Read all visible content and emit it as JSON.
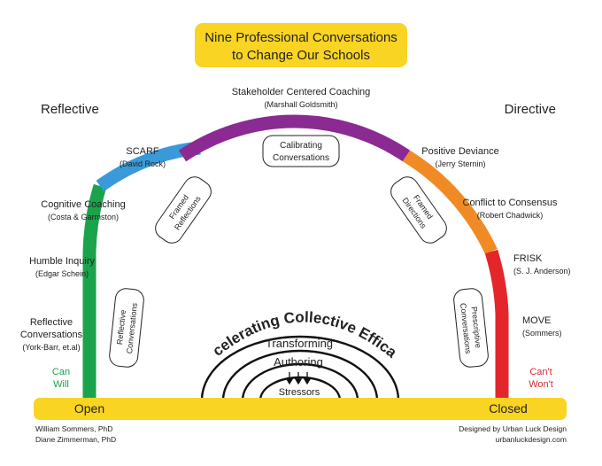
{
  "title": {
    "line1": "Nine Professional Conversations",
    "line2": "to Change Our Schools"
  },
  "sides": {
    "left": "Reflective",
    "right": "Directive"
  },
  "left_models": [
    {
      "name": "SCARF",
      "author": "(David Rock)"
    },
    {
      "name": "Cognitive Coaching",
      "author": "(Costa & Garmston)"
    },
    {
      "name": "Humble Inquiry",
      "author": "(Edgar Schein)"
    },
    {
      "name1": "Reflective",
      "name2": "Conversations",
      "author": "(York-Barr, et.al)"
    }
  ],
  "top_model": {
    "name": "Stakeholder Centered Coaching",
    "author": "(Marshall Goldsmith)"
  },
  "right_models": [
    {
      "name": "Positive Deviance",
      "author": "(Jerry Sternin)"
    },
    {
      "name": "Conflict to Consensus",
      "author": "(Robert Chadwick)"
    },
    {
      "name": "FRISK",
      "author": "(S. J. Anderson)"
    },
    {
      "name": "MOVE",
      "author": "(Sommers)"
    }
  ],
  "categories": {
    "calibrating": {
      "line1": "Calibrating",
      "line2": "Conversations"
    },
    "framed_reflections": {
      "line1": "Framed",
      "line2": "Reflections"
    },
    "framed_directions": {
      "line1": "Framed",
      "line2": "Directions"
    },
    "reflective_conversations": {
      "line1": "Reflective",
      "line2": "Conversations"
    },
    "prescriptive_conversations": {
      "line1": "Prescriptive",
      "line2": "Conversations"
    }
  },
  "center": {
    "arc_title": "Accelerating Collective Efficacy",
    "transforming": "Transforming",
    "authoring": "Authoring",
    "stressors": "Stressors"
  },
  "can_will": {
    "line1": "Can",
    "line2": "Will"
  },
  "cant_wont": {
    "line1": "Can't",
    "line2": "Won't"
  },
  "base": {
    "open": "Open",
    "closed": "Closed"
  },
  "credits_left": {
    "line1": "William Sommers, PhD",
    "line2": "Diane Zimmerman, PhD"
  },
  "credits_right": {
    "line1": "Designed by Urban Luck Design",
    "line2": "urbanluckdesign.com"
  },
  "colors": {
    "yellow": "#f9d423",
    "green": "#1aa34a",
    "blue": "#3a9ad9",
    "purple": "#8b2a92",
    "orange": "#f08a24",
    "red": "#e4262b",
    "can_will_text": "#1aa34a",
    "cant_wont_text": "#e4262b"
  }
}
